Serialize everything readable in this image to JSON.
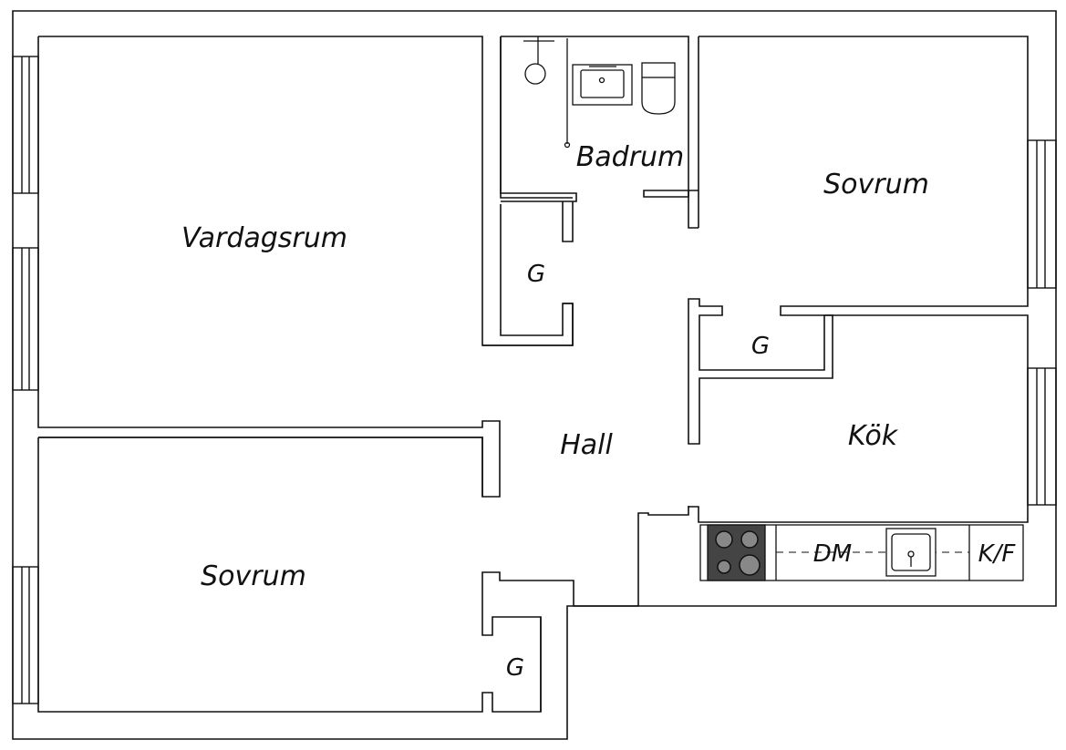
{
  "floorplan": {
    "colors": {
      "wall": "#111111",
      "background": "#ffffff",
      "stove": "#444444"
    },
    "rooms": {
      "vardagsrum": "Vardagsrum",
      "badrum": "Badrum",
      "sovrum_top": "Sovrum",
      "sovrum_bottom": "Sovrum",
      "hall": "Hall",
      "kok": "Kök",
      "closet_hall": "G",
      "closet_kitchen": "G",
      "closet_bedroom": "G"
    },
    "appliances": {
      "dishwasher": "DM",
      "fridge_freezer": "K/F"
    }
  }
}
